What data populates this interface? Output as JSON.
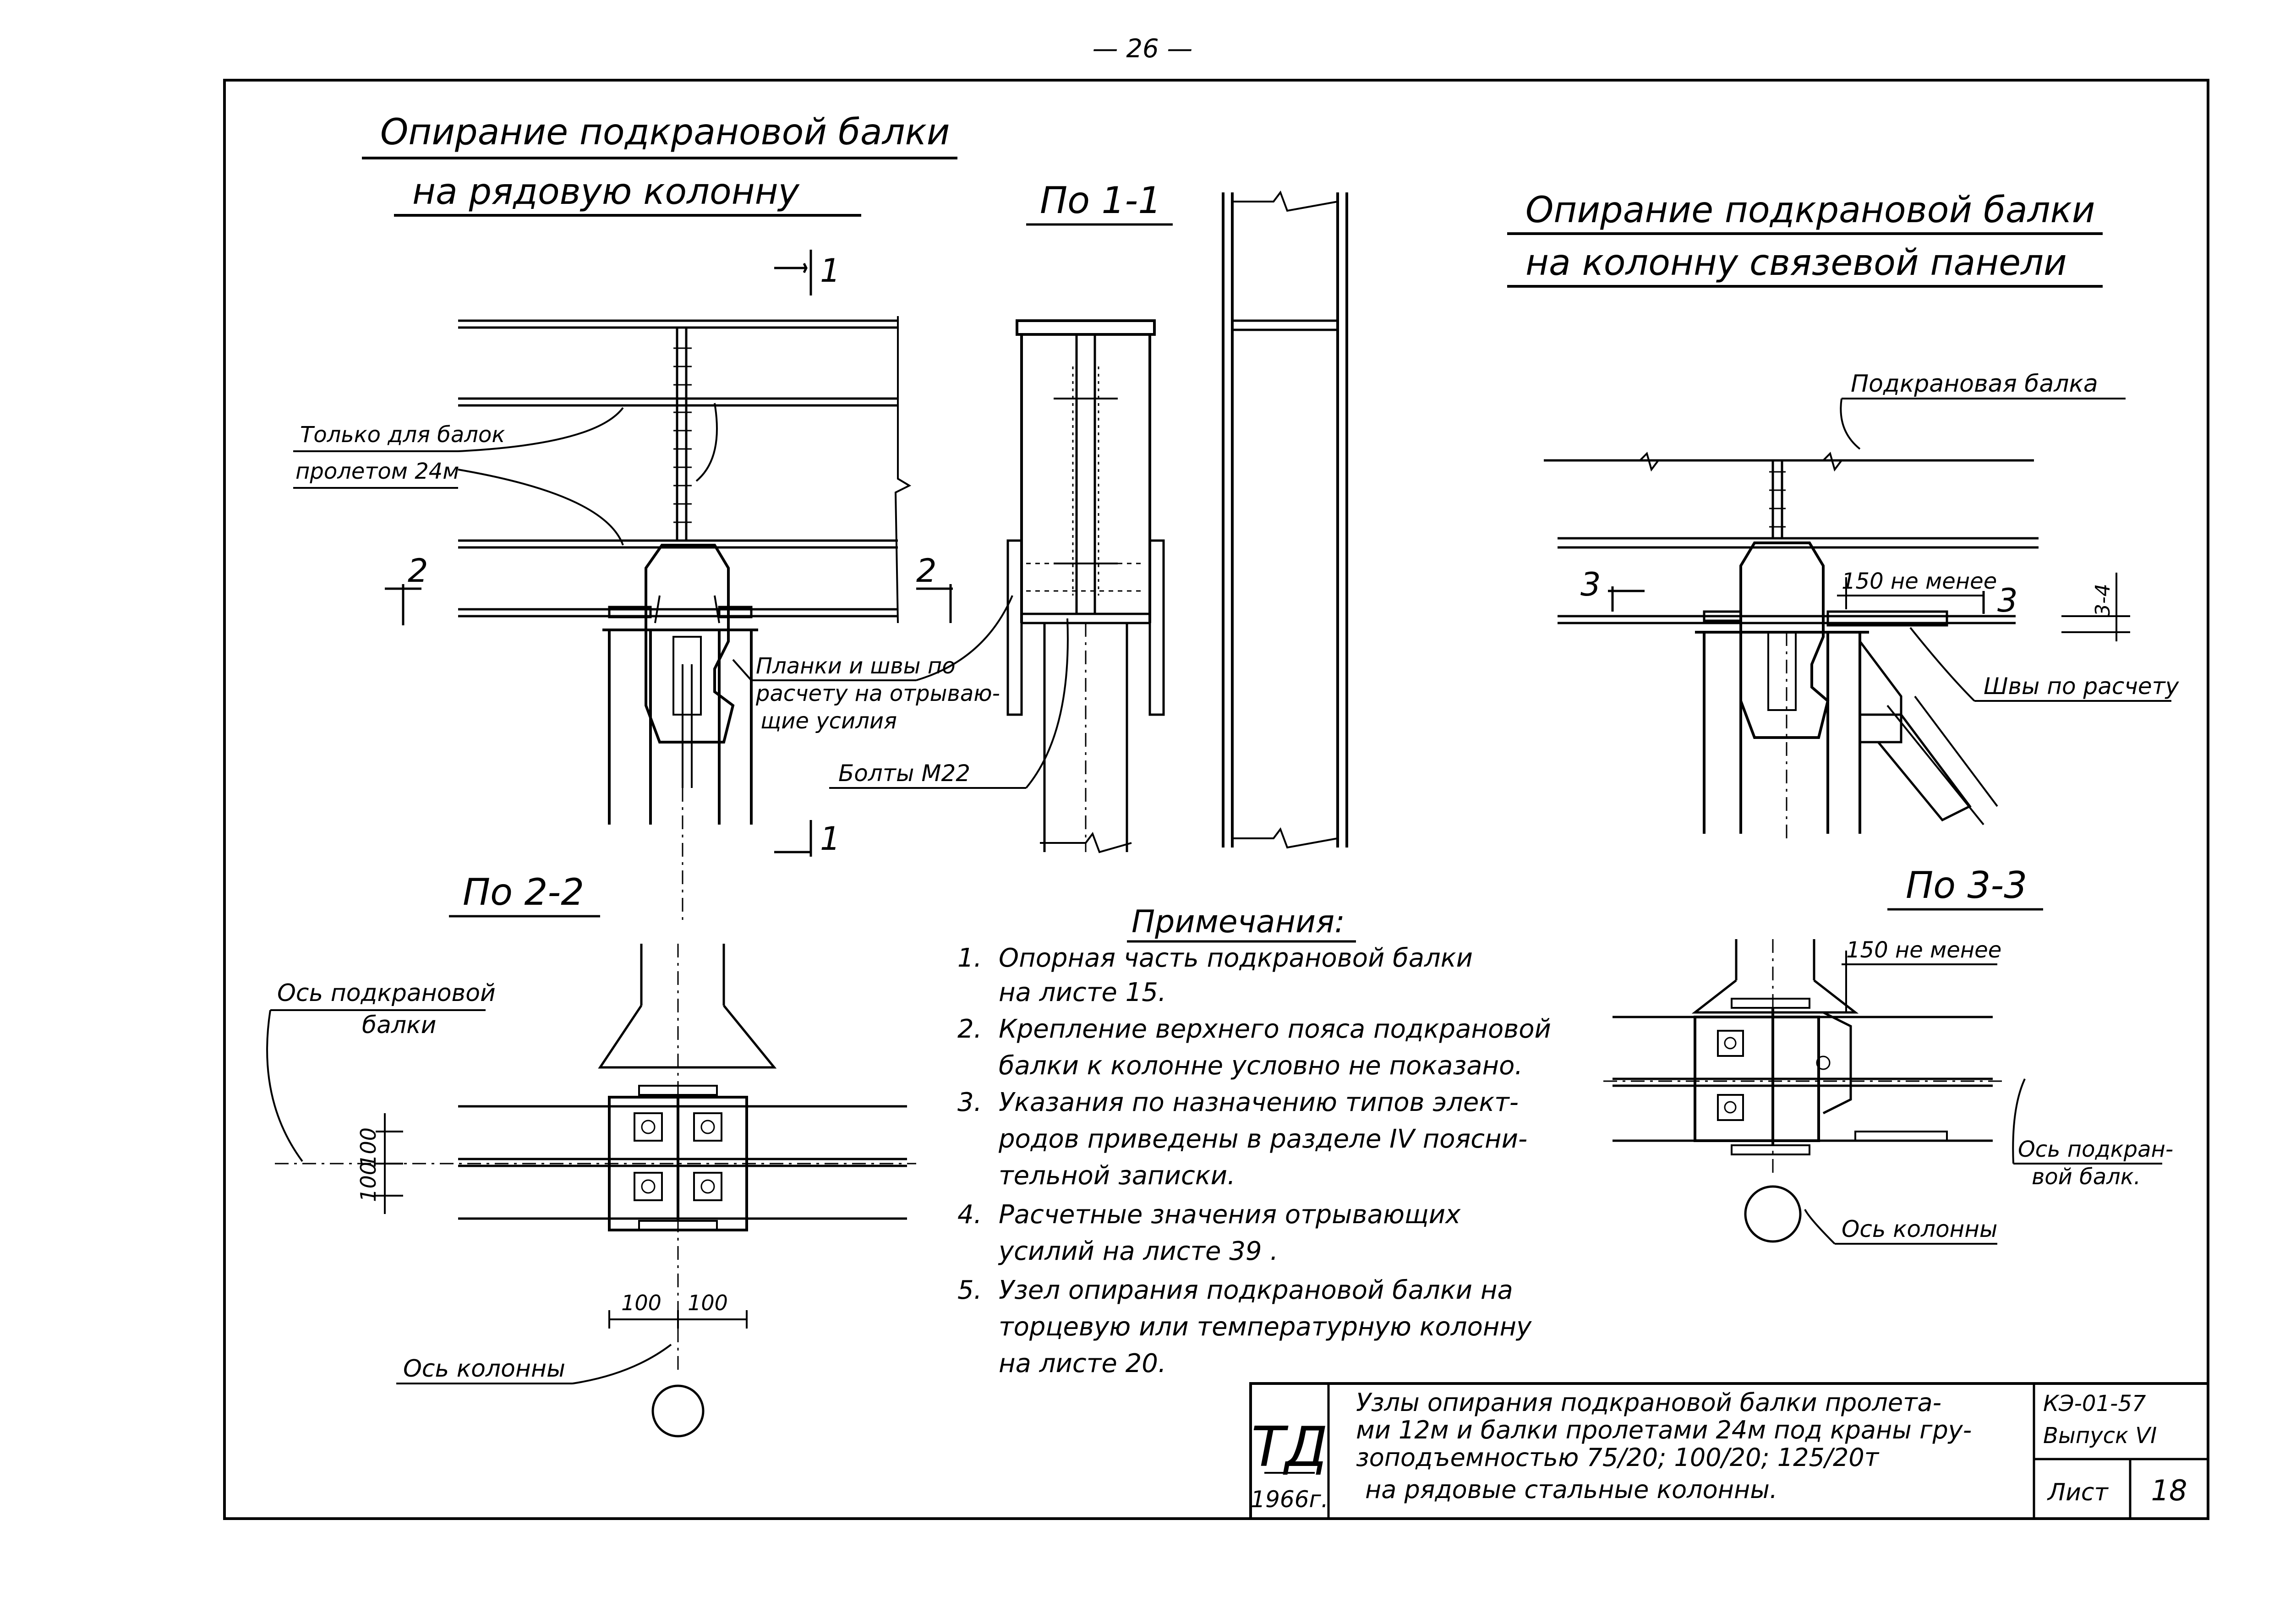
{
  "page_number": "— 26 —",
  "title_left_line1": "Опирание подкрановой балки",
  "title_left_line2": "на рядовую колонну",
  "title_right_line1": "Опирание подкрановой балки",
  "title_right_line2": "на колонну связевой панели",
  "section_1_1": "По 1-1",
  "section_2_2": "По 2-2",
  "section_3_3": "По 3-3",
  "marks": {
    "m1_top": "1",
    "m1_bottom": "1",
    "m2_left": "2",
    "m2_right": "2",
    "m3_left": "3",
    "m3_right": "3",
    "dim_3_4": "3-4"
  },
  "labels": {
    "only_for_line1": "Только для балок",
    "only_for_line2": "пролетом 24м",
    "plates_line1": "Планки и швы по",
    "plates_line2": "расчету на отрываю-",
    "plates_line3": "щие усилия",
    "bolts": "Болты М22",
    "crane_beam": "Подкрановая балка",
    "not_less_1": "150 не менее",
    "welds": "Швы по расчету",
    "not_less_2": "150 не менее",
    "beam_axis_left_line1": "Ось подкрановой",
    "beam_axis_left_line2": "балки",
    "column_axis_left": "Ось колонны",
    "beam_axis_right_line1": "Ось подкран-",
    "beam_axis_right_line2": "вой балк.",
    "column_axis_right": "Ось колонны"
  },
  "dims": {
    "v100_top": "100",
    "v100_bottom": "100",
    "h100_left": "100",
    "h100_right": "100"
  },
  "notes": {
    "heading": "Примечания:",
    "items": [
      {
        "num": "1.",
        "line1": "Опорная часть подкрановой балки",
        "line2": "на листе 15."
      },
      {
        "num": "2.",
        "line1": "Крепление верхнего пояса подкрановой",
        "line2": "балки к колонне условно не показано."
      },
      {
        "num": "3.",
        "line1": "Указания по назначению типов элект-",
        "line2": "родов приведены в разделе IV поясни-",
        "line3": "тельной записки."
      },
      {
        "num": "4.",
        "line1": "Расчетные значения отрывающих",
        "line2": "усилий на листе 39 ."
      },
      {
        "num": "5.",
        "line1": "Узел опирания подкрановой балки на",
        "line2": "торцевую или температурную колонну",
        "line3": "на листе 20."
      }
    ]
  },
  "title_block": {
    "logo": "ТД",
    "year": "1966г.",
    "desc_line1": "Узлы опирания подкрановой балки пролета-",
    "desc_line2": "ми 12м и балки пролетами 24м под краны гру-",
    "desc_line3": "зоподъемностью 75/20; 100/20; 125/20т",
    "desc_line4": "на рядовые стальные колонны.",
    "code": "КЭ-01-57",
    "issue": "Выпуск VI",
    "sheet_label": "Лист",
    "sheet_number": "18"
  }
}
